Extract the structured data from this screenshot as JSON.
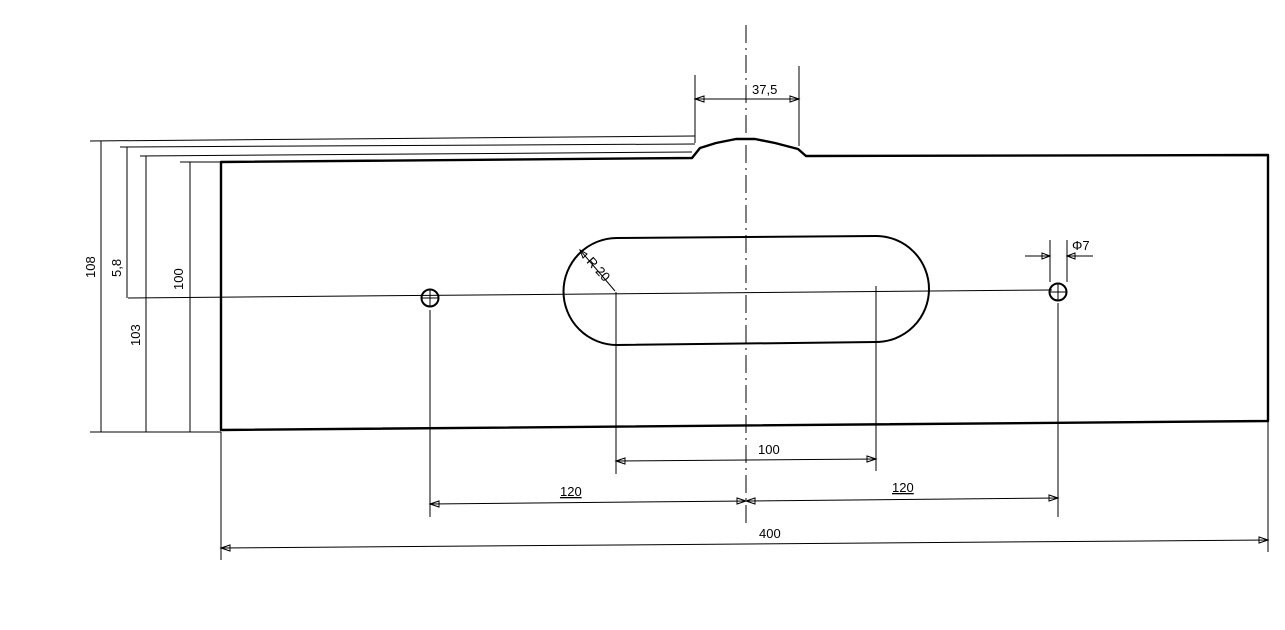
{
  "dimensions": {
    "top_width": "37,5",
    "hole_diameter": "Φ7",
    "slot_radius": "R 20",
    "overall_height": "108",
    "offset": "5,8",
    "inner_height": "100",
    "height_103": "103",
    "slot_spacing": "100",
    "hole_spacing_left": "120",
    "hole_spacing_right": "120",
    "total_length": "400"
  }
}
